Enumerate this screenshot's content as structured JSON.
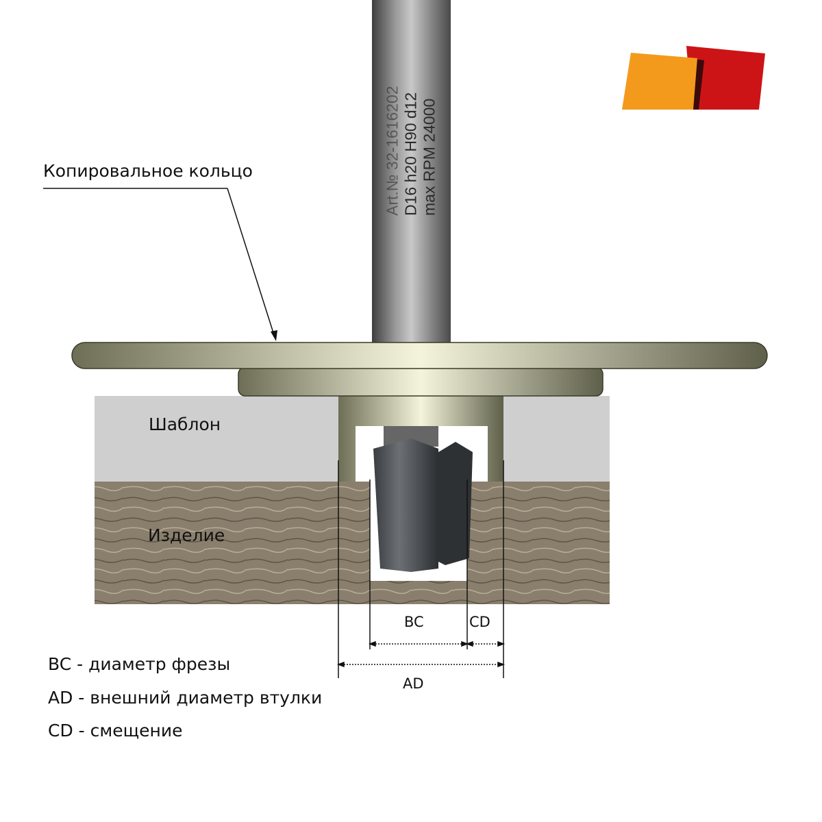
{
  "labels": {
    "ring": "Копировальное кольцо",
    "template": "Шаблон",
    "workpiece": "Изделие"
  },
  "shank_marking": [
    "Art.№ 32-1616202",
    "D16 h20 H90 d12",
    "max RPM 24000"
  ],
  "dimensions": {
    "bc": "BC",
    "cd": "CD",
    "ad": "AD"
  },
  "legend": [
    "BC - диаметр фрезы",
    "AD - внешний диаметр втулки",
    "CD - смещение"
  ],
  "colors": {
    "logo_orange": "#f39a1c",
    "logo_red": "#cc1417",
    "template": "#cfcfcf",
    "wood": "#857a68"
  }
}
